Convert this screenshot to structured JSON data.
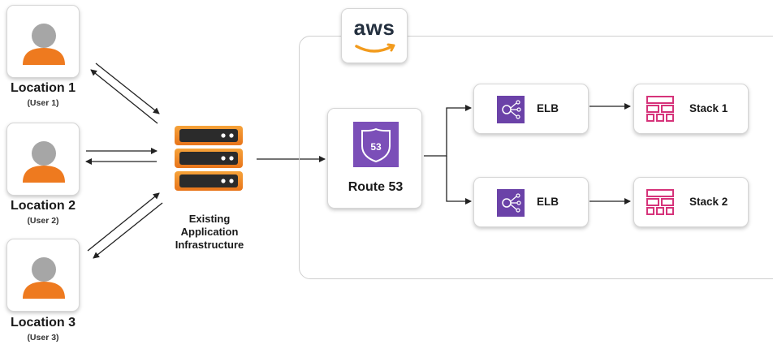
{
  "users": [
    {
      "name": "Location 1",
      "sub": "(User 1)"
    },
    {
      "name": "Location 2",
      "sub": "(User 2)"
    },
    {
      "name": "Location 3",
      "sub": "(User 3)"
    }
  ],
  "infrastructure": {
    "label_lines": [
      "Existing",
      "Application",
      "Infrastructure"
    ]
  },
  "aws": {
    "logo_text": "aws",
    "route53": {
      "label": "Route 53",
      "badge": "53"
    },
    "elbs": [
      {
        "label": "ELB"
      },
      {
        "label": "ELB"
      }
    ],
    "stacks": [
      {
        "label": "Stack 1"
      },
      {
        "label": "Stack 2"
      }
    ]
  },
  "colors": {
    "user_orange": "#ee7a1f",
    "user_gray": "#a6a6a6",
    "server_orange": "#f08a1c",
    "server_dark": "#2b2b2b",
    "route53_purple": "#7b4fb8",
    "elb_purple": "#6b42a8",
    "stack_pink": "#d6337a",
    "aws_smile": "#f29b1d",
    "arrow": "#222222"
  }
}
